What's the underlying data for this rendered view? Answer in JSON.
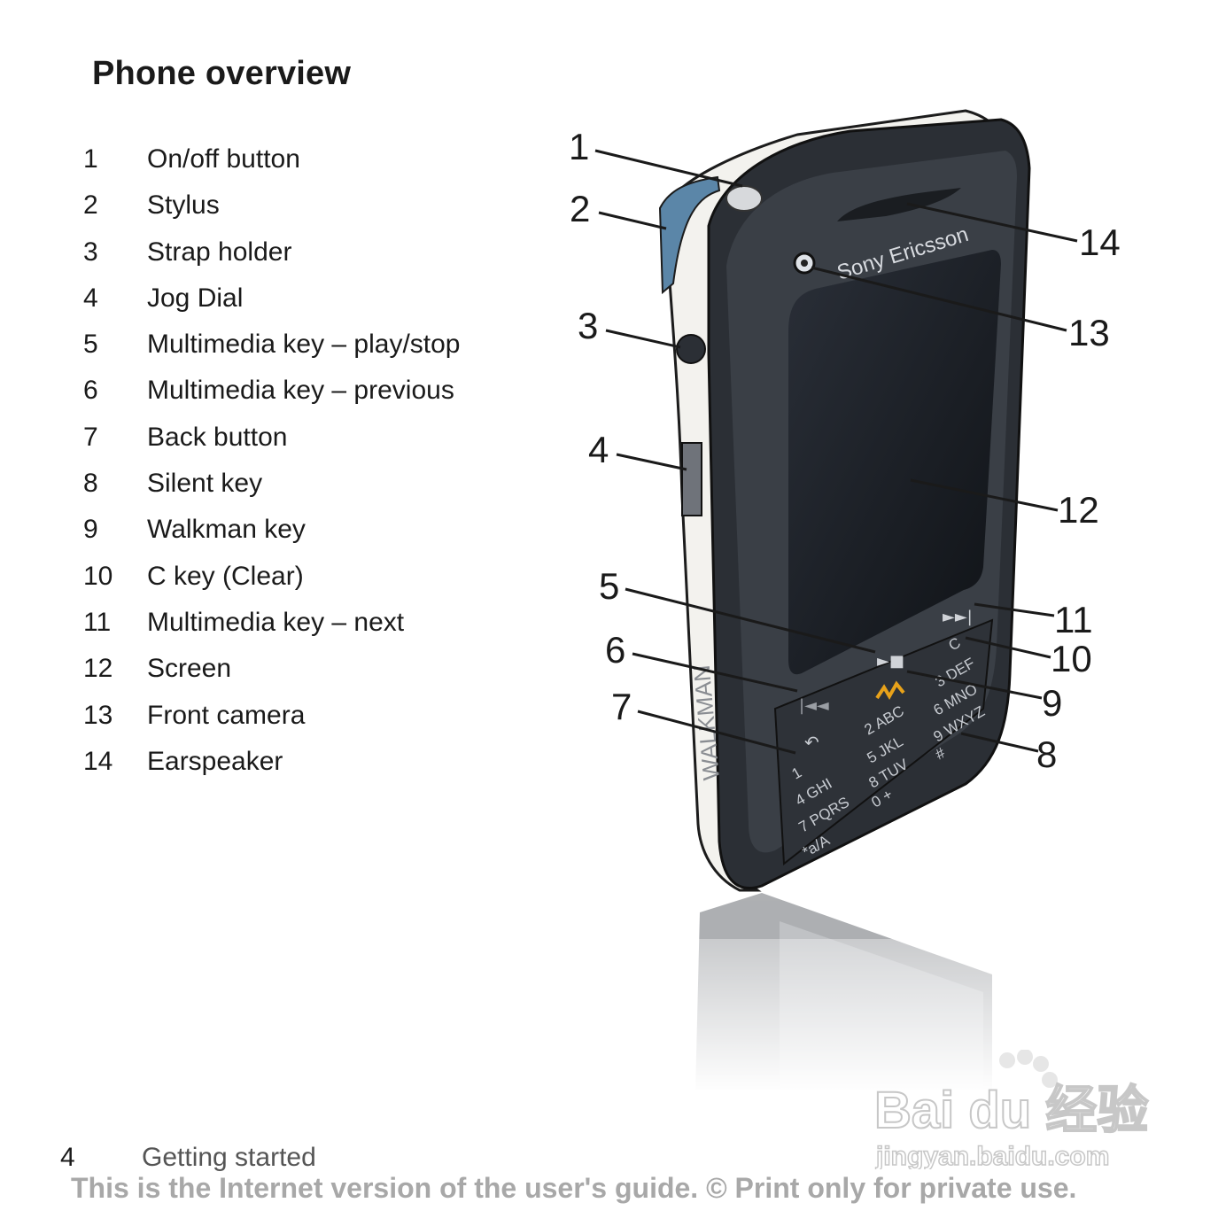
{
  "page_title": "Phone overview",
  "parts": [
    {
      "num": "1",
      "label": "On/off button"
    },
    {
      "num": "2",
      "label": "Stylus"
    },
    {
      "num": "3",
      "label": "Strap holder"
    },
    {
      "num": "4",
      "label": "Jog Dial"
    },
    {
      "num": "5",
      "label": "Multimedia key – play/stop"
    },
    {
      "num": "6",
      "label": "Multimedia key – previous"
    },
    {
      "num": "7",
      "label": "Back button"
    },
    {
      "num": "8",
      "label": "Silent key"
    },
    {
      "num": "9",
      "label": "Walkman key"
    },
    {
      "num": "10",
      "label": "C key (Clear)"
    },
    {
      "num": "11",
      "label": "Multimedia key – next"
    },
    {
      "num": "12",
      "label": "Screen"
    },
    {
      "num": "13",
      "label": "Front camera"
    },
    {
      "num": "14",
      "label": "Earspeaker"
    }
  ],
  "phone": {
    "brand": "Sony Ericsson",
    "keys": [
      "1",
      "2 ABC",
      "3 DEF",
      "4 GHI",
      "5 JKL",
      "6 MNO",
      "7 PQRS",
      "8 TUV",
      "9 WXYZ",
      "*a/A",
      "0 +",
      "#",
      "C"
    ]
  },
  "footer": {
    "page_number": "4",
    "section": "Getting started",
    "notice": "This is the Internet version of the user's guide. © Print only for private use."
  },
  "watermark": {
    "logo_text": "Bai du 经验",
    "url": "jingyan.baidu.com"
  },
  "colors": {
    "text": "#1a1a1a",
    "phone_body": "#2b2f35",
    "screen": "#1b1f26",
    "stylus_blue": "#5b86a8",
    "walkman_orange": "#e8a21a",
    "notice_gray": "#a8a8a8"
  }
}
